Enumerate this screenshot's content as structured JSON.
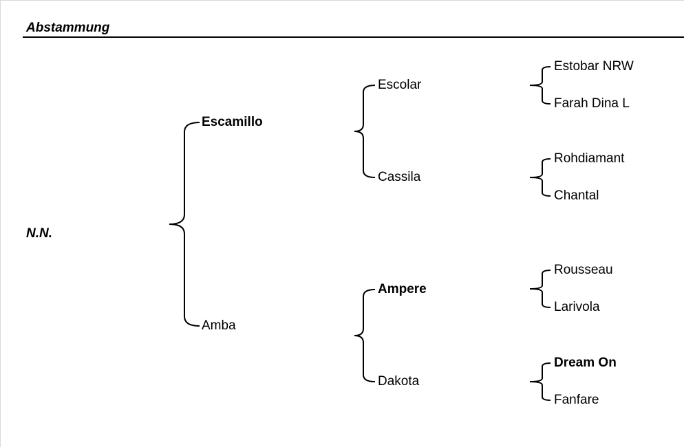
{
  "header": {
    "title": "Abstammung"
  },
  "pedigree": {
    "subject": {
      "name": "N.N."
    },
    "sire": {
      "name": "Escamillo",
      "bold": true
    },
    "dam": {
      "name": "Amba",
      "bold": false
    },
    "sire_sire": {
      "name": "Escolar",
      "bold": false
    },
    "sire_dam": {
      "name": "Cassila",
      "bold": false
    },
    "dam_sire": {
      "name": "Ampere",
      "bold": true
    },
    "dam_dam": {
      "name": "Dakota",
      "bold": false
    },
    "gen4": [
      {
        "name": "Estobar NRW",
        "bold": false
      },
      {
        "name": "Farah Dina L",
        "bold": false
      },
      {
        "name": "Rohdiamant",
        "bold": false
      },
      {
        "name": "Chantal",
        "bold": false
      },
      {
        "name": "Rousseau",
        "bold": false
      },
      {
        "name": "Larivola",
        "bold": false
      },
      {
        "name": "Dream On",
        "bold": true
      },
      {
        "name": "Fanfare",
        "bold": false
      }
    ]
  }
}
